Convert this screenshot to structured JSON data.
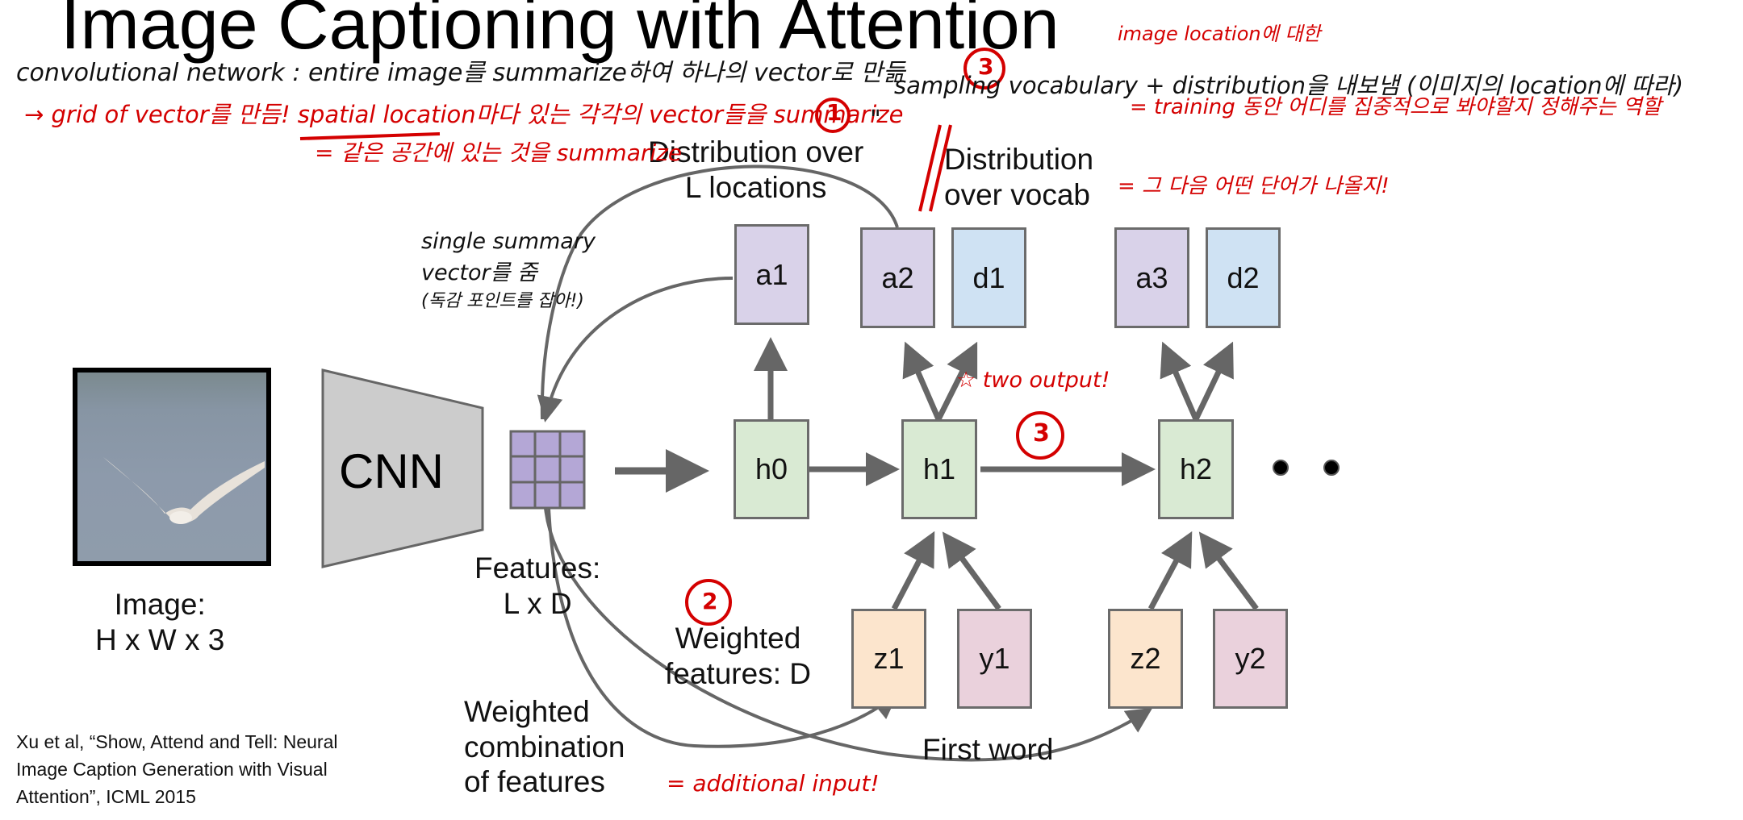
{
  "slide": {
    "title": "Image Captioning with Attention",
    "citation": [
      "Xu et al, “Show, Attend and Tell: Neural",
      "Image Caption Generation with Visual",
      "Attention”, ICML 2015"
    ]
  },
  "diagram": {
    "image_label": [
      "Image:",
      "H x W x 3"
    ],
    "cnn_label": "CNN",
    "features_label": [
      "Features:",
      "L x D"
    ],
    "dist_locations_label": [
      "Distribution over",
      "L locations"
    ],
    "dist_vocab_label": [
      "Distribution",
      "over vocab"
    ],
    "weighted_features_label": [
      "Weighted",
      "features: D"
    ],
    "weighted_combination_label": [
      "Weighted",
      "combination",
      "of features"
    ],
    "first_word_label": "First word",
    "nodes": {
      "a1": "a1",
      "a2": "a2",
      "a3": "a3",
      "d1": "d1",
      "d2": "d2",
      "h0": "h0",
      "h1": "h1",
      "h2": "h2",
      "z1": "z1",
      "z2": "z2",
      "y1": "y1",
      "y2": "y2"
    },
    "colors": {
      "attention_box": "#d9d2e9",
      "vocab_box": "#cfe2f3",
      "hidden_box": "#d9ead3",
      "weighted_feature_box": "#fce5cd",
      "word_box": "#ead1dc",
      "feature_grid": "#b4a7d6",
      "cnn": "#cccccc",
      "arrow": "#666666",
      "annotation_red": "#d40000"
    }
  },
  "annotations": {
    "black_line_1": "convolutional network : entire image를 summarize하여 하나의 vector로 만듦",
    "red_line_2a": "→ grid of vector를 만듬! ",
    "red_line_2b": "spatial location마다 있는 각각의 vector들을 summarize",
    "red_line_3": "= 같은 공간에 있는 것을 summarize",
    "circle_1": "1",
    "circle_2": "2",
    "circle_3_top": "3",
    "circle_3_mid": "3",
    "quote_mark": "\"",
    "sampling_line": "sampling vocabulary + distribution을 내보냄 (이미지의 location에 따라)",
    "image_location": "image location에 대한",
    "training_line": "= training 동안 어디를 집중적으로 봐야할지 정해주는 역할",
    "vocab_note": "= 그 다음 어떤 단어가 나올지!",
    "single_summary": [
      "single summary",
      "vector를 줌",
      "(독감 포인트를 잡아!)"
    ],
    "two_output": "☆ two output!",
    "additional_input": "= additional input!"
  }
}
